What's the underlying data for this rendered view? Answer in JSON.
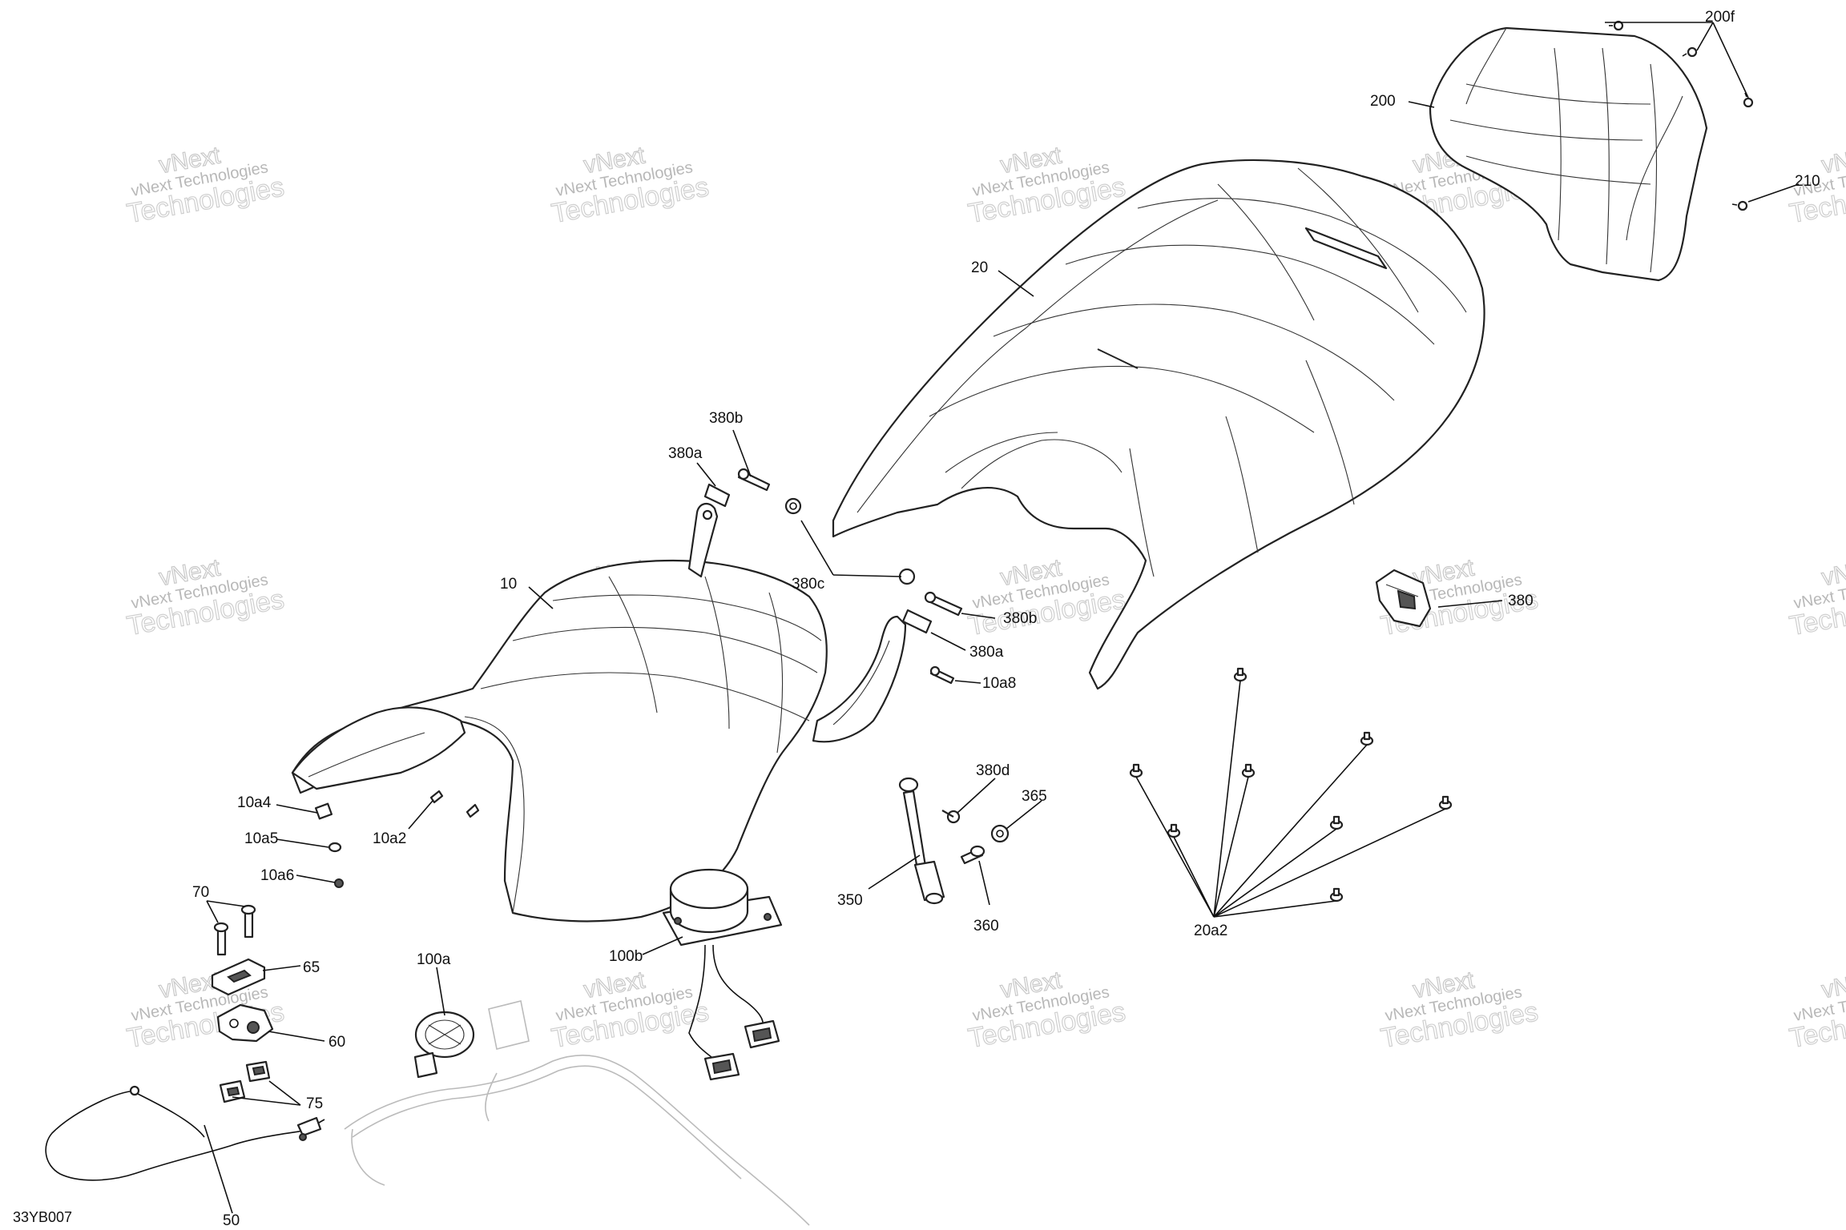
{
  "diagram_code": "33YB007",
  "watermark": {
    "line1": "vNext Technologies",
    "line2": "vNext",
    "line3": "Technologies"
  },
  "callouts": {
    "c10": "10",
    "c10a2": "10a2",
    "c10a4": "10a4",
    "c10a5": "10a5",
    "c10a6": "10a6",
    "c10a8": "10a8",
    "c20": "20",
    "c20a2": "20a2",
    "c50": "50",
    "c60": "60",
    "c65": "65",
    "c70": "70",
    "c75": "75",
    "c100a": "100a",
    "c100b": "100b",
    "c200": "200",
    "c200f": "200f",
    "c210": "210",
    "c350": "350",
    "c360": "360",
    "c365": "365",
    "c380": "380",
    "c380a_top": "380a",
    "c380b_top": "380b",
    "c380c": "380c",
    "c380b_mid": "380b",
    "c380a_mid": "380a",
    "c380d": "380d"
  }
}
